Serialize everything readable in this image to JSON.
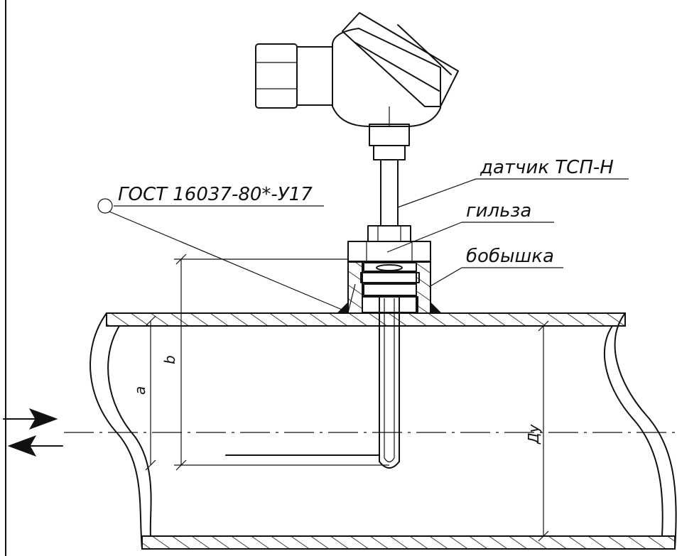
{
  "labels": {
    "sensor": "датчик ТСП-Н",
    "sleeve": "гильза",
    "boss": "бобышка",
    "standard": "ГОСТ 16037-80*-У17"
  },
  "dimensions": {
    "a": "a",
    "b": "b",
    "du": "Ду"
  },
  "colors": {
    "ink": "#111111",
    "paper": "#ffffff"
  }
}
